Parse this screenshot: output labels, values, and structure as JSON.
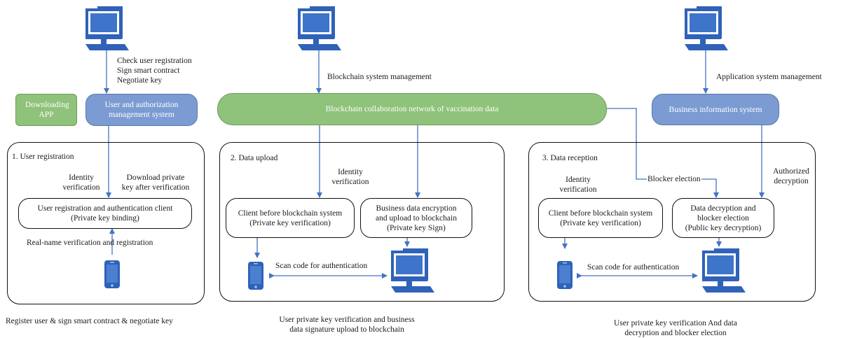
{
  "top": {
    "downloading_app": "Downloading APP",
    "user_auth_system": "User and authorization management system",
    "blockchain_network": "Blockchain collaboration network of vaccination data",
    "business_info_system": "Business information system",
    "check_notes": [
      "Check user registration",
      "Sign smart contract",
      "Negotiate key"
    ],
    "blockchain_mgmt": "Blockchain system management",
    "app_mgmt": "Application system management"
  },
  "section1": {
    "title": "1. User registration",
    "identity": [
      "Identity",
      "verification"
    ],
    "download_key": [
      "Download private",
      "key after verification"
    ],
    "client": [
      "User registration and authentication client",
      "(Private key binding)"
    ],
    "realname": "Real-name verification and registration",
    "caption": "Register user & sign smart contract & negotiate key"
  },
  "section2": {
    "title": "2. Data upload",
    "identity": [
      "Identity",
      "verification"
    ],
    "client": [
      "Client before blockchain system",
      "(Private key verification)"
    ],
    "encrypt": [
      "Business data encryption",
      "and upload to blockchain",
      "(Private key Sign)"
    ],
    "scan": "Scan code for authentication",
    "caption": [
      "User private key verification and business",
      "data signature upload to blockchain"
    ]
  },
  "section3": {
    "title": "3. Data reception",
    "identity": [
      "Identity",
      "verification"
    ],
    "blocker": "Blocker election",
    "authorized": [
      "Authorized",
      "decryption"
    ],
    "client": [
      "Client before blockchain system",
      "(Private key verification)"
    ],
    "decrypt": [
      "Data decryption  and",
      "blocker election",
      "(Public key decryption)"
    ],
    "scan": "Scan code for authentication",
    "caption": [
      "User private key verification And data",
      "decryption  and blocker election"
    ]
  }
}
